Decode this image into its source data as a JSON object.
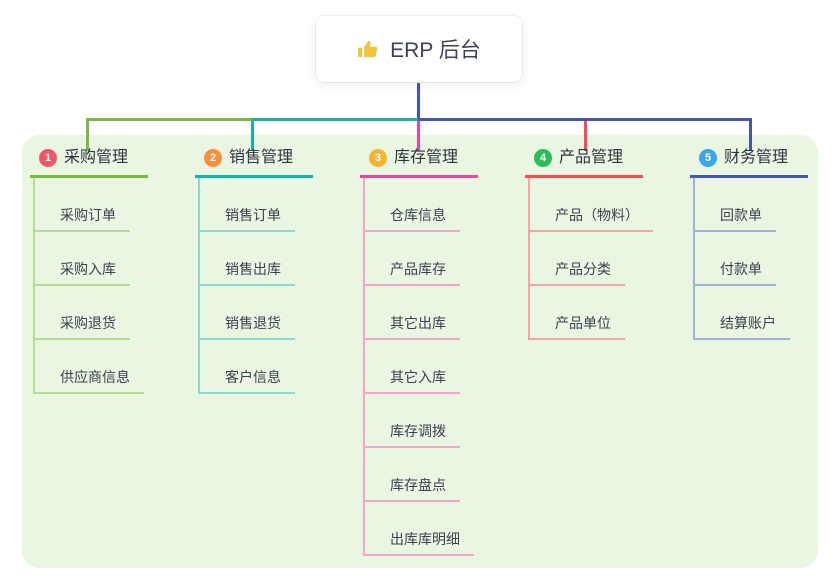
{
  "root": {
    "title": "ERP 后台",
    "icon": "thumbs-up-icon",
    "icon_color": "#f4c23c",
    "stem_color": "#4156b5"
  },
  "panel": {
    "bg_color": "#e9f6e2"
  },
  "branches": [
    {
      "num": "1",
      "label": "采购管理",
      "badge_color": "#ef5667",
      "line_color": "#7cb93e",
      "sub_line_color": "#b7dc97",
      "items": [
        "采购订单",
        "采购入库",
        "采购退货",
        "供应商信息"
      ]
    },
    {
      "num": "2",
      "label": "销售管理",
      "badge_color": "#f78f3f",
      "line_color": "#17b3a6",
      "sub_line_color": "#8bd9d0",
      "items": [
        "销售订单",
        "销售出库",
        "销售退货",
        "客户信息"
      ]
    },
    {
      "num": "3",
      "label": "库存管理",
      "badge_color": "#f8b231",
      "line_color": "#e8489a",
      "sub_line_color": "#f4a7cb",
      "items": [
        "仓库信息",
        "产品库存",
        "其它出库",
        "其它入库",
        "库存调拨",
        "库存盘点",
        "出库库明细"
      ]
    },
    {
      "num": "4",
      "label": "产品管理",
      "badge_color": "#2ebc5a",
      "line_color": "#f84b57",
      "sub_line_color": "#f9a3a7",
      "items": [
        "产品（物料）",
        "产品分类",
        "产品单位"
      ]
    },
    {
      "num": "5",
      "label": "财务管理",
      "badge_color": "#38a6e8",
      "line_color": "#4156b5",
      "sub_line_color": "#a0b1db",
      "items": [
        "回款单",
        "付款单",
        "结算账户"
      ]
    }
  ]
}
